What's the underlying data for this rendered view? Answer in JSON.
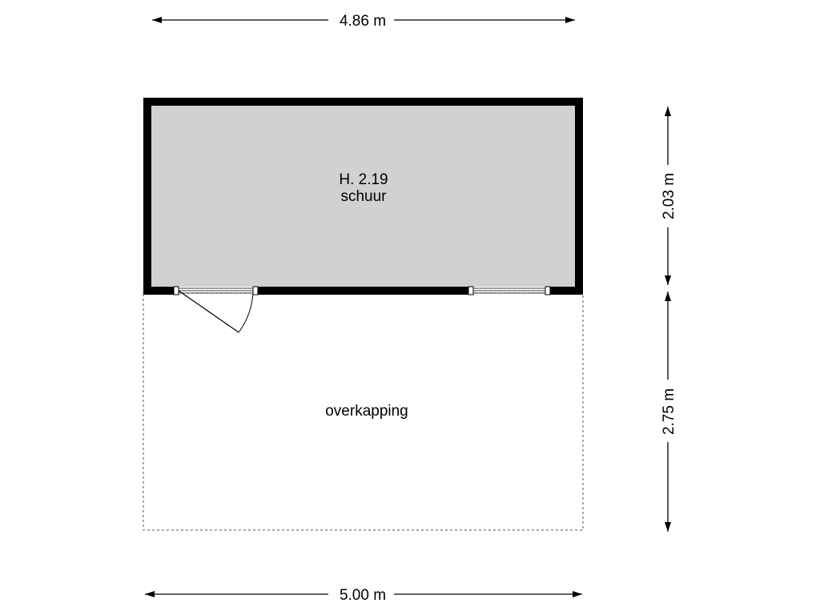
{
  "dimensions": {
    "top": "4.86 m",
    "bottom": "5.00 m",
    "right_upper": "2.03 m",
    "right_lower": "2.75 m"
  },
  "rooms": {
    "shed": {
      "code": "H. 2.19",
      "name": "schuur"
    },
    "canopy": {
      "name": "overkapping"
    }
  },
  "colors": {
    "wall": "#000000",
    "room_fill": "#d1d1d1",
    "dashed_outline": "#555555",
    "background": "#ffffff"
  }
}
